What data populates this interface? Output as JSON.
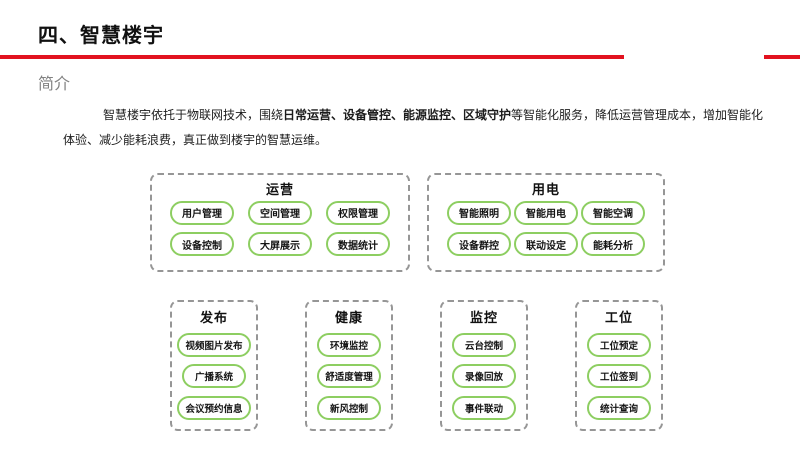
{
  "slide": {
    "title": "四、智慧楼宇",
    "section_heading": "简介",
    "paragraph": {
      "lead": "智慧楼宇依托于物联网技术，围绕",
      "emphasis": "日常运营、设备管控、能源监控、区域守护",
      "tail": "等智能化服务，降低运营管理成本，增加智能化体验、减少能耗浪费，真正做到楼宇的智慧运维。"
    }
  },
  "colors": {
    "accent_red": "#e2121f",
    "pill_border_green": "#8dce61",
    "group_border_gray": "#969696",
    "section_heading_gray": "#828282"
  },
  "groups": [
    {
      "title": "运营",
      "items": [
        "用户管理",
        "空间管理",
        "权限管理",
        "设备控制",
        "大屏展示",
        "数据统计"
      ]
    },
    {
      "title": "用电",
      "items": [
        "智能照明",
        "智能用电",
        "智能空调",
        "设备群控",
        "联动设定",
        "能耗分析"
      ]
    },
    {
      "title": "发布",
      "items": [
        "视频图片发布",
        "广播系统",
        "会议预约信息"
      ]
    },
    {
      "title": "健康",
      "items": [
        "环境监控",
        "舒适度管理",
        "新风控制"
      ]
    },
    {
      "title": "监控",
      "items": [
        "云台控制",
        "录像回放",
        "事件联动"
      ]
    },
    {
      "title": "工位",
      "items": [
        "工位预定",
        "工位签到",
        "统计查询"
      ]
    }
  ]
}
